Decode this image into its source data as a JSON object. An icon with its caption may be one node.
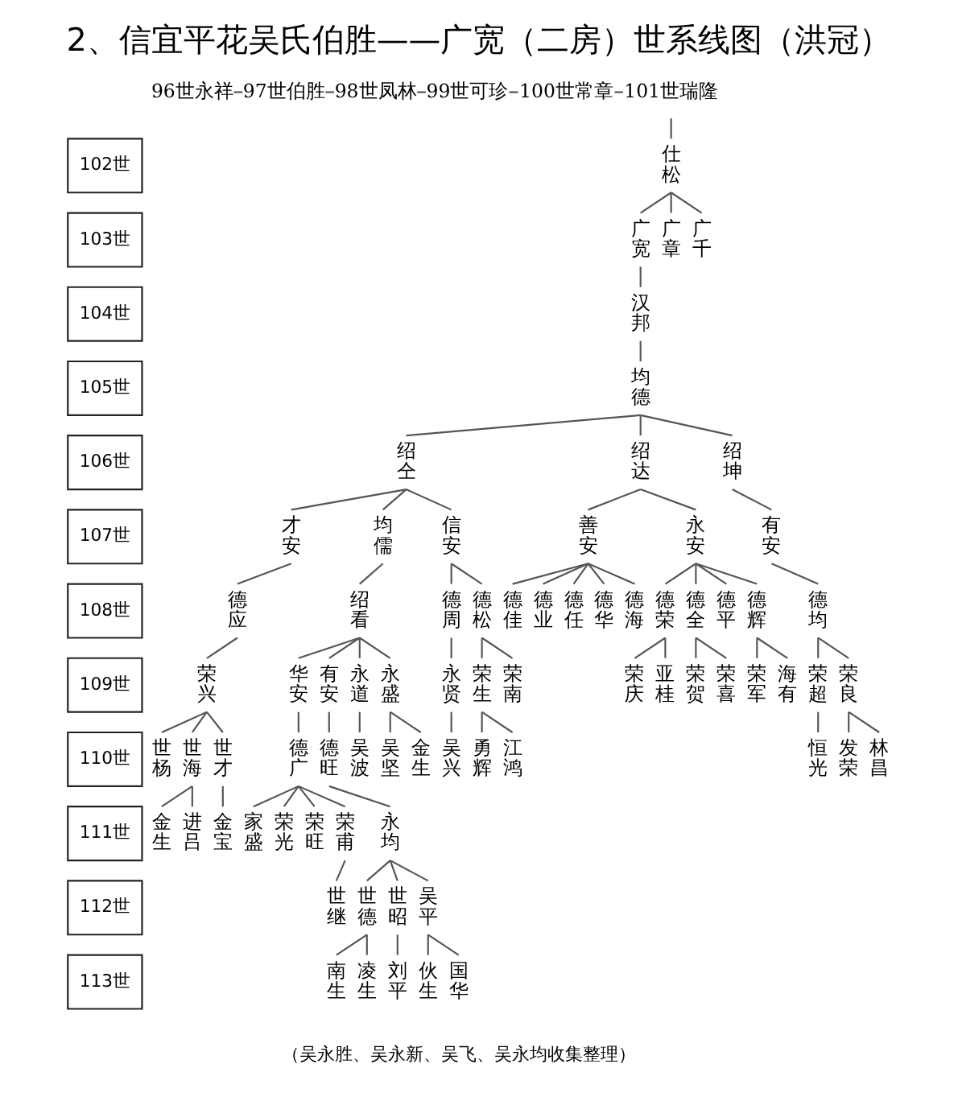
{
  "diagram": {
    "title": "2、信宜平花吴氏伯胜——广宽（二房）世系线图（洪冠）",
    "caption": "（吴永胜、吴永新、吴飞、吴永均收集整理）",
    "nodes": [
      {
        "text": [
          "96世永祥"
        ]
      },
      {
        "text": [
          "97世伯胜"
        ]
      },
      {
        "text": [
          "98世凤林"
        ]
      },
      {
        "text": [
          "99世可珍"
        ]
      },
      {
        "text": [
          "100世常章"
        ]
      },
      {
        "text": [
          "101世瑞隆"
        ]
      },
      {
        "text": [
          "102世"
        ]
      },
      {
        "text": [
          "103世"
        ]
      },
      {
        "text": [
          "104世"
        ]
      },
      {
        "text": [
          "105世"
        ]
      },
      {
        "text": [
          "106世"
        ]
      },
      {
        "text": [
          "107世"
        ]
      },
      {
        "text": [
          "108世"
        ]
      },
      {
        "text": [
          "109世"
        ]
      },
      {
        "text": [
          "110世"
        ]
      },
      {
        "text": [
          "111世"
        ]
      },
      {
        "text": [
          "112世"
        ]
      },
      {
        "text": [
          "113世"
        ]
      },
      {
        "text": [
          "仕松"
        ]
      },
      {
        "text": [
          "广宽"
        ]
      },
      {
        "text": [
          "广章"
        ]
      },
      {
        "text": [
          "广千"
        ]
      },
      {
        "text": [
          "汉邦"
        ]
      },
      {
        "text": [
          "均德"
        ]
      },
      {
        "text": [
          "绍仝"
        ]
      },
      {
        "text": [
          "绍达"
        ]
      },
      {
        "text": [
          "绍坤"
        ]
      },
      {
        "text": [
          "才安"
        ]
      },
      {
        "text": [
          "均儒"
        ]
      },
      {
        "text": [
          "信安"
        ]
      },
      {
        "text": [
          "善安"
        ]
      },
      {
        "text": [
          "永安"
        ]
      },
      {
        "text": [
          "有安"
        ]
      },
      {
        "text": [
          "德应"
        ]
      },
      {
        "text": [
          "绍看"
        ]
      },
      {
        "text": [
          "德周"
        ]
      },
      {
        "text": [
          "德松"
        ]
      },
      {
        "text": [
          "德佳"
        ]
      },
      {
        "text": [
          "德业"
        ]
      },
      {
        "text": [
          "德任"
        ]
      },
      {
        "text": [
          "德华"
        ]
      },
      {
        "text": [
          "德海"
        ]
      },
      {
        "text": [
          "德荣"
        ]
      },
      {
        "text": [
          "德全"
        ]
      },
      {
        "text": [
          "德平"
        ]
      },
      {
        "text": [
          "德辉"
        ]
      },
      {
        "text": [
          "德均"
        ]
      },
      {
        "text": [
          "荣兴"
        ]
      },
      {
        "text": [
          "华安"
        ]
      },
      {
        "text": [
          "有安"
        ]
      },
      {
        "text": [
          "永道"
        ]
      },
      {
        "text": [
          "永盛"
        ]
      },
      {
        "text": [
          "永贤"
        ]
      },
      {
        "text": [
          "荣生"
        ]
      },
      {
        "text": [
          "荣南"
        ]
      },
      {
        "text": [
          "荣庆"
        ]
      },
      {
        "text": [
          "亚桂"
        ]
      },
      {
        "text": [
          "荣贺"
        ]
      },
      {
        "text": [
          "荣喜"
        ]
      },
      {
        "text": [
          "荣军"
        ]
      },
      {
        "text": [
          "海有"
        ]
      },
      {
        "text": [
          "荣超"
        ]
      },
      {
        "text": [
          "荣良"
        ]
      },
      {
        "text": [
          "世杨"
        ]
      },
      {
        "text": [
          "世海"
        ]
      },
      {
        "text": [
          "世才"
        ]
      },
      {
        "text": [
          "德广"
        ]
      },
      {
        "text": [
          "德旺"
        ]
      },
      {
        "text": [
          "吴波"
        ]
      },
      {
        "text": [
          "吴坚"
        ]
      },
      {
        "text": [
          "金生"
        ]
      },
      {
        "text": [
          "吴兴"
        ]
      },
      {
        "text": [
          "勇辉"
        ]
      },
      {
        "text": [
          "江鸿"
        ]
      },
      {
        "text": [
          "恒光"
        ]
      },
      {
        "text": [
          "发荣"
        ]
      },
      {
        "text": [
          "林昌"
        ]
      },
      {
        "text": [
          "金生"
        ]
      },
      {
        "text": [
          "进吕"
        ]
      },
      {
        "text": [
          "金宝"
        ]
      },
      {
        "text": [
          "家盛"
        ]
      },
      {
        "text": [
          "荣光"
        ]
      },
      {
        "text": [
          "荣旺"
        ]
      },
      {
        "text": [
          "荣甫"
        ]
      },
      {
        "text": [
          "永均"
        ]
      },
      {
        "text": [
          "世继"
        ]
      },
      {
        "text": [
          "世德"
        ]
      },
      {
        "text": [
          "世昭"
        ]
      },
      {
        "text": [
          "吴平"
        ]
      },
      {
        "text": [
          "南生"
        ]
      },
      {
        "text": [
          "凌生"
        ]
      },
      {
        "text": [
          "刘平"
        ]
      },
      {
        "text": [
          "伙生"
        ]
      },
      {
        "text": [
          "国华"
        ]
      }
    ],
    "edges": [
      {
        "from": 0,
        "to": 1,
        "arrow": "none"
      },
      {
        "from": 1,
        "to": 2,
        "arrow": "none"
      },
      {
        "from": 2,
        "to": 3,
        "arrow": "none"
      },
      {
        "from": 3,
        "to": 4,
        "arrow": "none"
      },
      {
        "from": 4,
        "to": 5,
        "arrow": "none"
      },
      {
        "from": 5,
        "to": 18,
        "arrow": "none"
      },
      {
        "from": 18,
        "to": 19,
        "arrow": "none"
      },
      {
        "from": 18,
        "to": 20,
        "arrow": "none"
      },
      {
        "from": 18,
        "to": 21,
        "arrow": "none"
      },
      {
        "from": 19,
        "to": 22,
        "arrow": "none"
      },
      {
        "from": 22,
        "to": 23,
        "arrow": "none"
      },
      {
        "from": 23,
        "to": 24,
        "arrow": "none"
      },
      {
        "from": 23,
        "to": 25,
        "arrow": "none"
      },
      {
        "from": 23,
        "to": 26,
        "arrow": "none"
      },
      {
        "from": 24,
        "to": 27,
        "arrow": "none"
      },
      {
        "from": 24,
        "to": 28,
        "arrow": "none"
      },
      {
        "from": 24,
        "to": 29,
        "arrow": "none"
      },
      {
        "from": 25,
        "to": 30,
        "arrow": "none"
      },
      {
        "from": 25,
        "to": 31,
        "arrow": "none"
      },
      {
        "from": 26,
        "to": 32,
        "arrow": "none"
      },
      {
        "from": 27,
        "to": 33,
        "arrow": "none"
      },
      {
        "from": 28,
        "to": 34,
        "arrow": "none"
      },
      {
        "from": 29,
        "to": 35,
        "arrow": "none"
      },
      {
        "from": 29,
        "to": 36,
        "arrow": "none"
      },
      {
        "from": 30,
        "to": 37,
        "arrow": "none"
      },
      {
        "from": 30,
        "to": 38,
        "arrow": "none"
      },
      {
        "from": 30,
        "to": 39,
        "arrow": "none"
      },
      {
        "from": 30,
        "to": 40,
        "arrow": "none"
      },
      {
        "from": 30,
        "to": 41,
        "arrow": "none"
      },
      {
        "from": 31,
        "to": 42,
        "arrow": "none"
      },
      {
        "from": 31,
        "to": 43,
        "arrow": "none"
      },
      {
        "from": 31,
        "to": 44,
        "arrow": "none"
      },
      {
        "from": 31,
        "to": 45,
        "arrow": "none"
      },
      {
        "from": 32,
        "to": 46,
        "arrow": "none"
      },
      {
        "from": 33,
        "to": 47,
        "arrow": "none"
      },
      {
        "from": 34,
        "to": 48,
        "arrow": "none"
      },
      {
        "from": 34,
        "to": 49,
        "arrow": "none"
      },
      {
        "from": 34,
        "to": 50,
        "arrow": "none"
      },
      {
        "from": 34,
        "to": 51,
        "arrow": "none"
      },
      {
        "from": 35,
        "to": 52,
        "arrow": "none"
      },
      {
        "from": 36,
        "to": 53,
        "arrow": "none"
      },
      {
        "from": 36,
        "to": 54,
        "arrow": "none"
      },
      {
        "from": 42,
        "to": 55,
        "arrow": "none"
      },
      {
        "from": 42,
        "to": 56,
        "arrow": "none"
      },
      {
        "from": 43,
        "to": 57,
        "arrow": "none"
      },
      {
        "from": 43,
        "to": 58,
        "arrow": "none"
      },
      {
        "from": 45,
        "to": 59,
        "arrow": "none"
      },
      {
        "from": 45,
        "to": 60,
        "arrow": "none"
      },
      {
        "from": 46,
        "to": 61,
        "arrow": "none"
      },
      {
        "from": 46,
        "to": 62,
        "arrow": "none"
      },
      {
        "from": 47,
        "to": 63,
        "arrow": "none"
      },
      {
        "from": 47,
        "to": 64,
        "arrow": "none"
      },
      {
        "from": 47,
        "to": 65,
        "arrow": "none"
      },
      {
        "from": 48,
        "to": 66,
        "arrow": "none"
      },
      {
        "from": 49,
        "to": 67,
        "arrow": "none"
      },
      {
        "from": 50,
        "to": 68,
        "arrow": "none"
      },
      {
        "from": 51,
        "to": 69,
        "arrow": "none"
      },
      {
        "from": 51,
        "to": 70,
        "arrow": "none"
      },
      {
        "from": 52,
        "to": 71,
        "arrow": "none"
      },
      {
        "from": 53,
        "to": 72,
        "arrow": "none"
      },
      {
        "from": 53,
        "to": 73,
        "arrow": "none"
      },
      {
        "from": 61,
        "to": 74,
        "arrow": "none"
      },
      {
        "from": 62,
        "to": 75,
        "arrow": "none"
      },
      {
        "from": 62,
        "to": 76,
        "arrow": "none"
      },
      {
        "from": 64,
        "to": 77,
        "arrow": "none"
      },
      {
        "from": 64,
        "to": 78,
        "arrow": "none"
      },
      {
        "from": 65,
        "to": 79,
        "arrow": "none"
      },
      {
        "from": 66,
        "to": 80,
        "arrow": "none"
      },
      {
        "from": 66,
        "to": 81,
        "arrow": "none"
      },
      {
        "from": 66,
        "to": 82,
        "arrow": "none"
      },
      {
        "from": 66,
        "to": 83,
        "arrow": "none"
      },
      {
        "from": 67,
        "to": 84,
        "arrow": "none"
      },
      {
        "from": 83,
        "to": 85,
        "arrow": "none"
      },
      {
        "from": 84,
        "to": 86,
        "arrow": "none"
      },
      {
        "from": 84,
        "to": 87,
        "arrow": "none"
      },
      {
        "from": 84,
        "to": 88,
        "arrow": "none"
      },
      {
        "from": 86,
        "to": 89,
        "arrow": "none"
      },
      {
        "from": 86,
        "to": 90,
        "arrow": "none"
      },
      {
        "from": 87,
        "to": 91,
        "arrow": "none"
      },
      {
        "from": 88,
        "to": 92,
        "arrow": "none"
      },
      {
        "from": 88,
        "to": 93,
        "arrow": "none"
      }
    ]
  }
}
